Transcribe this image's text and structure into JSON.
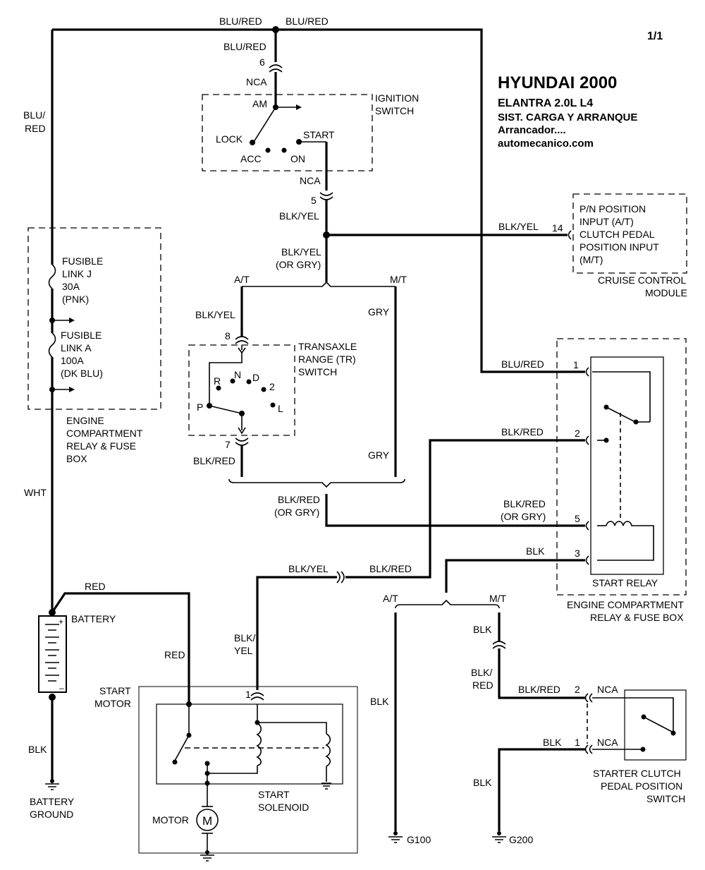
{
  "header": {
    "page": "1/1",
    "title": "HYUNDAI 2000",
    "model": "ELANTRA  2.0L  L4",
    "system": "SIST. CARGA Y ARRANQUE",
    "subsystem": "Arrancador....",
    "source": "automecanico.com"
  },
  "wires": {
    "top_left": "BLU/RED",
    "top_right": "BLU/RED",
    "left_feed_1": "BLU/",
    "left_feed_2": "RED",
    "ign_feed": "BLU/RED",
    "start_signal": "BLK/YEL",
    "cruise_feed": "BLK/YEL",
    "start_signal_alt_1": "BLK/YEL",
    "start_signal_alt_2": "(OR GRY)",
    "tr_feed": "BLK/YEL",
    "gry_top": "GRY",
    "gry_bottom": "GRY",
    "tr_out": "BLK/RED",
    "coil_feed_1": "BLK/RED",
    "coil_feed_2": "(OR GRY)",
    "pin5_1": "BLK/RED",
    "pin5_2": "(OR GRY)",
    "wht": "WHT",
    "red_top": "RED",
    "red_side": "RED",
    "blk_batt": "BLK",
    "sol_feed_top": "BLK/YEL",
    "relay_out": "BLK/RED",
    "sol_feed_1": "BLK/",
    "sol_feed_2": "YEL",
    "pin2": "BLK/RED",
    "pin1": "BLU/RED",
    "pin3": "BLK",
    "g100_blk": "BLK",
    "blk_mt": "BLK",
    "clutch_blkred_1": "BLK/",
    "clutch_blkred_2": "RED",
    "clutch_pin2": "BLK/RED",
    "clutch_pin1": "BLK",
    "g200_blk": "BLK"
  },
  "pins": {
    "p6": "6",
    "p5": "5",
    "p14": "14",
    "p8": "8",
    "p7": "7",
    "p1_motor": "1",
    "r1": "1",
    "r2": "2",
    "r5": "5",
    "r3": "3",
    "c2": "2",
    "c1": "1"
  },
  "connectors": {
    "nca_a": "NCA",
    "nca_b": "NCA",
    "nca_c": "NCA",
    "nca_d": "NCA"
  },
  "components": {
    "ign_switch_1": "IGNITION",
    "ign_switch_2": "SWITCH",
    "tr_switch_1": "TRANSAXLE",
    "tr_switch_2": "RANGE (TR)",
    "tr_switch_3": "SWITCH"
  },
  "ignition": {
    "am": "AM",
    "lock": "LOCK",
    "start": "START",
    "acc": "ACC",
    "on": "ON"
  },
  "cruise": {
    "lines": [
      "P/N POSITION",
      "INPUT (A/T)",
      "CLUTCH PEDAL",
      "POSITION INPUT",
      "(M/T)"
    ],
    "name_1": "CRUISE CONTROL",
    "name_2": "MODULE"
  },
  "brace": {
    "at": "A/T",
    "mt": "M/T"
  },
  "tr": {
    "r": "R",
    "n": "N",
    "d": "D",
    "two": "2",
    "l": "L",
    "p": "P"
  },
  "fuses": {
    "j": [
      "FUSIBLE",
      "LINK J",
      "30A",
      "(PNK)"
    ],
    "a": [
      "FUSIBLE",
      "LINK A",
      "100A",
      "(DK BLU)"
    ]
  },
  "boxes": {
    "left": [
      "ENGINE",
      "COMPARTMENT",
      "RELAY & FUSE",
      "BOX"
    ],
    "right": [
      "ENGINE COMPARTMENT",
      "RELAY & FUSE BOX"
    ]
  },
  "battery": {
    "label": "BATTERY",
    "plus": "+",
    "minus": "–",
    "ground_1": "BATTERY",
    "ground_2": "GROUND"
  },
  "motor": {
    "label_1": "START",
    "label_2": "MOTOR",
    "solenoid_1": "START",
    "solenoid_2": "SOLENOID",
    "m": "M",
    "label": "MOTOR"
  },
  "relay": {
    "label": "START RELAY"
  },
  "grounds": {
    "g100": "G100",
    "g200": "G200"
  },
  "clutch": {
    "label_1": "STARTER CLUTCH",
    "label_2": "PEDAL POSITION",
    "label_3": "SWITCH"
  }
}
